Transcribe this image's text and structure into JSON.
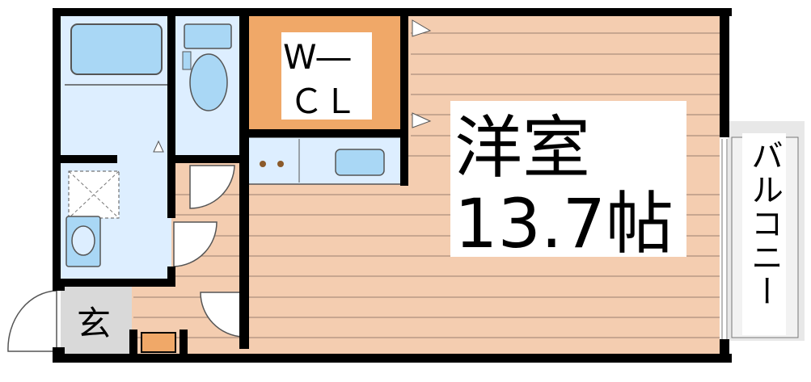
{
  "rooms": {
    "western_room": {
      "name": "洋室",
      "size": "13.7帖"
    },
    "walk_in_closet": {
      "line1": "W―",
      "line2": "ＣＬ"
    },
    "entrance": {
      "label": "玄"
    },
    "balcony": {
      "label": "バルコニー"
    }
  },
  "colors": {
    "wall": "#000000",
    "floor_wood": "#f4cdb0",
    "floor_lines": "#9a8070",
    "wet_area": "#ddeeff",
    "fixture_blue": "#a9d7f5",
    "closet_orange": "#f0a868",
    "entrance_gray": "#d9d9d9",
    "balcony_gray": "#e8e8e8"
  }
}
